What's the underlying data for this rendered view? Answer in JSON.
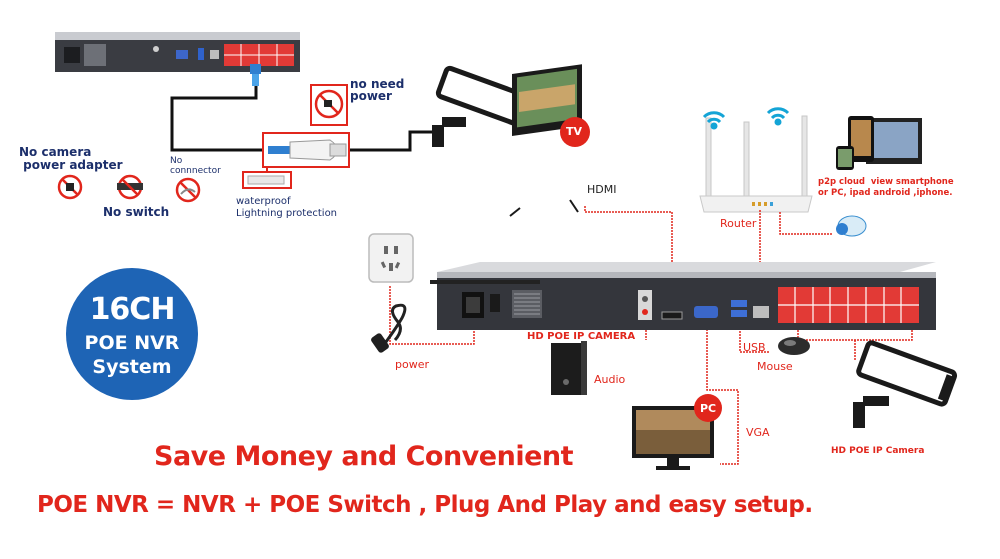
{
  "labels": {
    "no_need_power": "no need\npower",
    "no_camera_adapter": "No camera\n power adapter",
    "no_connector": "No\nconnnector",
    "no_switch": "No switch",
    "waterproof": "waterproof\nLightning protection",
    "tv_badge": "TV",
    "hdmi": "HDMI",
    "router": "Router",
    "p2p": "p2p cloud  view smartphone\nor PC, ipad android ,iphone.",
    "power": "power",
    "hd_poe_port": "HD POE IP CAMERA",
    "audio": "Audio",
    "usb": "USB",
    "mouse": "Mouse",
    "pc_badge": "PC",
    "vga": "VGA",
    "hd_poe_camera": "HD POE IP Camera"
  },
  "badge": {
    "line1": "16CH",
    "line2": "POE NVR",
    "line3": "System"
  },
  "headline": "Save Money and Convenient",
  "tagline": "POE NVR = NVR + POE Switch , Plug And Play and easy setup.",
  "colors": {
    "accent_red": "#e1261c",
    "navy": "#1c2f6b",
    "badge_blue": "#1e64b5",
    "poe_port_red": "#e23a36",
    "device_dark": "#2b2d33"
  }
}
